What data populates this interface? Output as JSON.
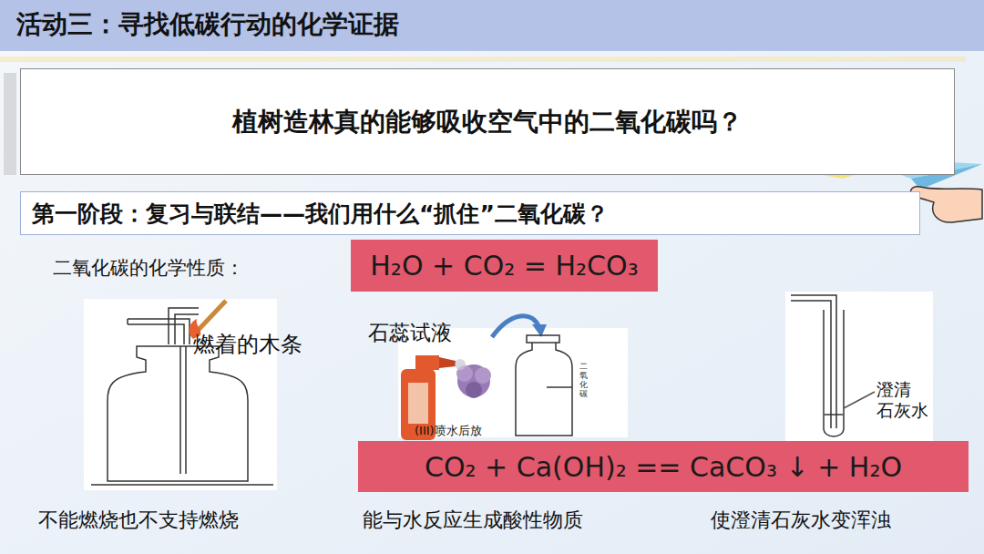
{
  "diagram": {
    "title": "活动三：寻找低碳行动的化学证据",
    "nodes": [
      {
        "text": [
          "植树造林真的能够吸收空气中的二氧化碳吗？"
        ]
      },
      {
        "text": [
          "第一阶段：复习与联结——我们用什么“抓住”二氧化碳？"
        ]
      },
      {
        "text": [
          "H₂O + CO₂ = H₂CO₃"
        ]
      },
      {
        "text": [
          "CO₂ + Ca(OH)₂ == CaCO₃ ↓ + H₂O"
        ]
      }
    ],
    "labels": [
      "二氧化碳的化学性质：",
      "燃着的木条",
      "石蕊试液",
      "二氧化碳",
      "(III)喷水后放",
      "澄清 石灰水",
      "不能燃烧也不支持燃烧",
      "能与水反应生成酸性物质",
      "使澄清石灰水变浑浊"
    ]
  }
}
